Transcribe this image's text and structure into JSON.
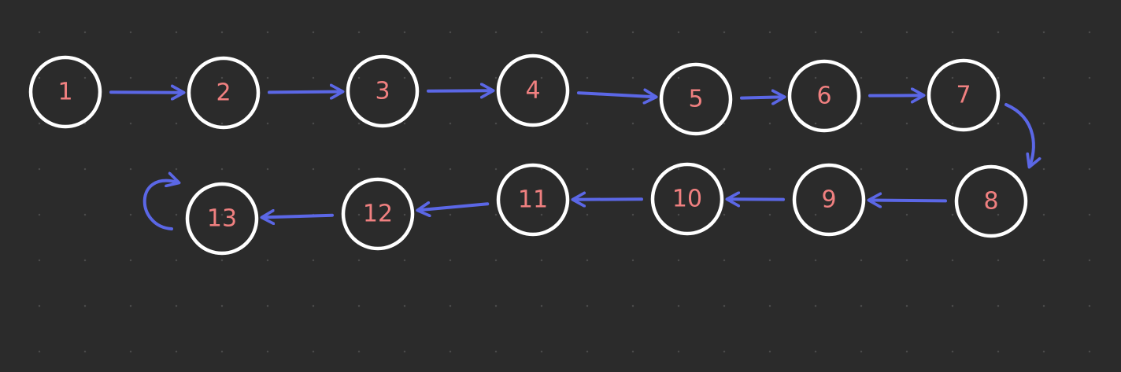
{
  "diagram": {
    "type": "linked-list",
    "colors": {
      "background": "#2b2b2b",
      "grid_dot": "#4a4a4a",
      "node_ring": "#ffffff",
      "node_label": "#f08080",
      "edge": "#5b67e6"
    },
    "nodes": [
      {
        "label": "1"
      },
      {
        "label": "2"
      },
      {
        "label": "3"
      },
      {
        "label": "4"
      },
      {
        "label": "5"
      },
      {
        "label": "6"
      },
      {
        "label": "7"
      },
      {
        "label": "8"
      },
      {
        "label": "9"
      },
      {
        "label": "10"
      },
      {
        "label": "11"
      },
      {
        "label": "12"
      },
      {
        "label": "13"
      }
    ],
    "edges": [
      {
        "from": "1",
        "to": "2"
      },
      {
        "from": "2",
        "to": "3"
      },
      {
        "from": "3",
        "to": "4"
      },
      {
        "from": "4",
        "to": "5"
      },
      {
        "from": "5",
        "to": "6"
      },
      {
        "from": "6",
        "to": "7"
      },
      {
        "from": "7",
        "to": "8"
      },
      {
        "from": "8",
        "to": "9"
      },
      {
        "from": "9",
        "to": "10"
      },
      {
        "from": "10",
        "to": "11"
      },
      {
        "from": "11",
        "to": "12"
      },
      {
        "from": "12",
        "to": "13"
      },
      {
        "from": "13",
        "to": "13"
      }
    ]
  }
}
